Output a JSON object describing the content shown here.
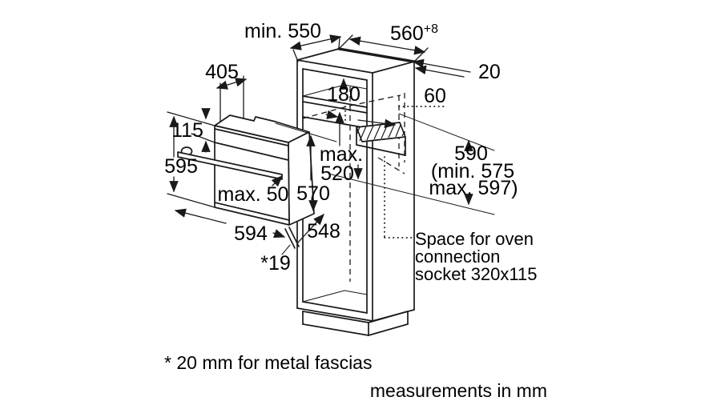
{
  "diagram": {
    "dims": {
      "min550": "min. 550",
      "d560": "560",
      "d560_sup": "+8",
      "d20": "20",
      "d180": "180",
      "d60": "60",
      "max520_line1": "max.",
      "max520_line2": "520",
      "d590_line1": "590",
      "d590_line2": "(min. 575",
      "d590_line3": "max. 597)",
      "d405": "405",
      "d115": "115",
      "d595": "595",
      "max50": "max. 50",
      "d570": "570",
      "d594": "594",
      "d548": "548",
      "d19": "*19"
    },
    "socket_note": {
      "line1": "Space for oven",
      "line2": "connection",
      "line3": "socket 320x115"
    },
    "footnote": "* 20 mm for metal fascias",
    "units_note": "measurements in mm",
    "colors": {
      "line": "#1a1a1a",
      "background": "#ffffff",
      "text": "#000000"
    }
  }
}
